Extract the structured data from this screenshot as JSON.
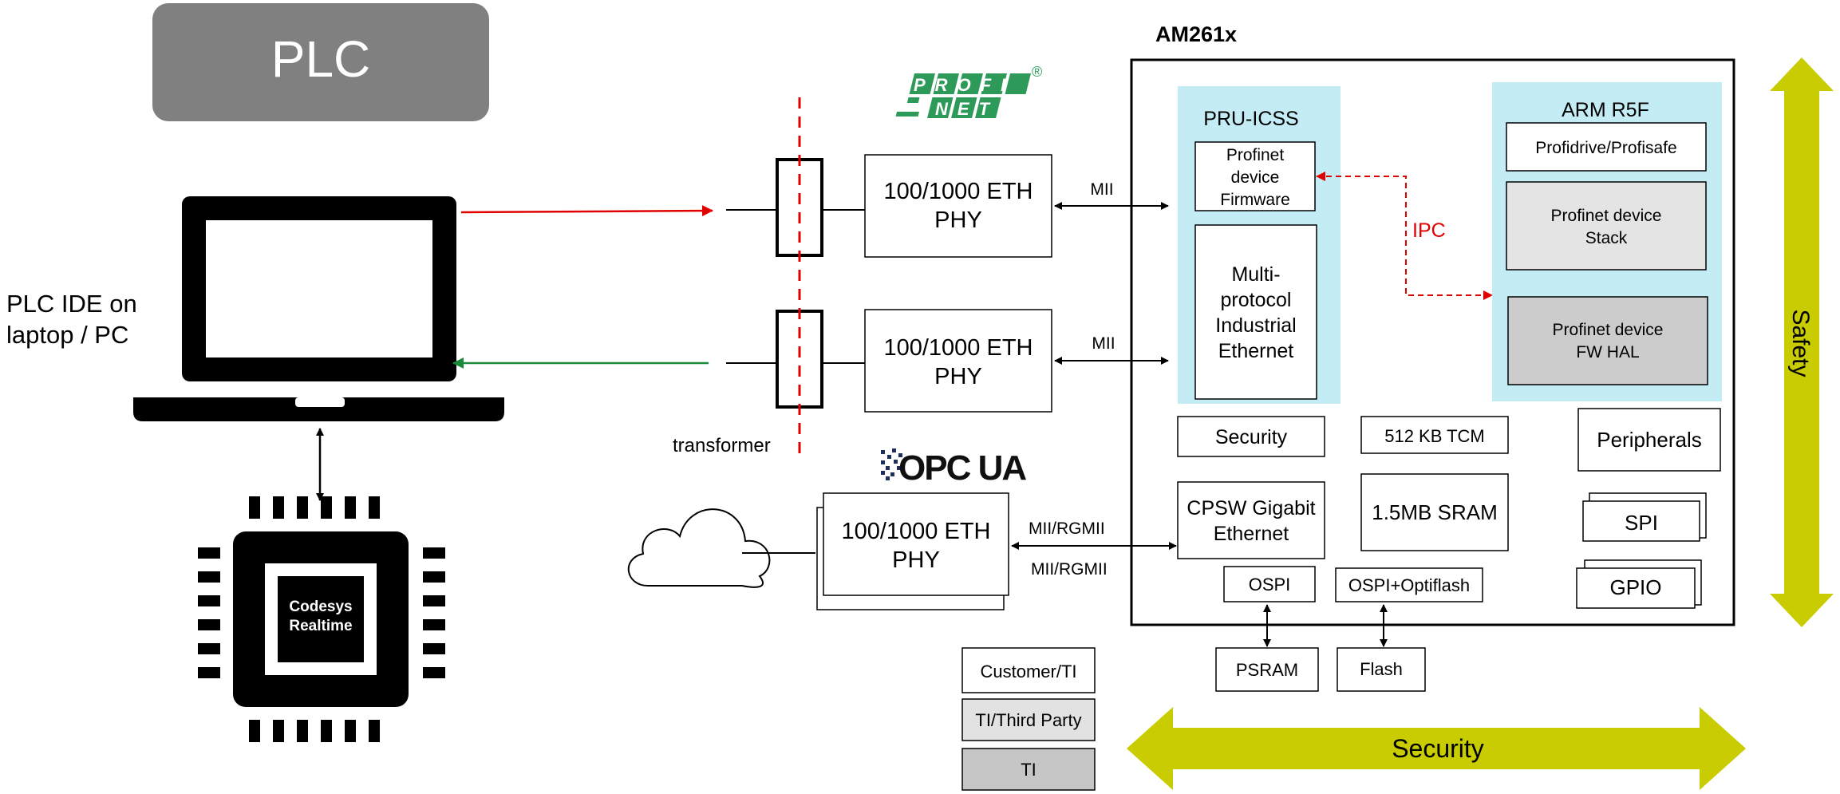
{
  "plc": {
    "label": "PLC"
  },
  "laptop": {
    "caption_line1": "PLC IDE on",
    "caption_line2": "laptop / PC"
  },
  "chip": {
    "line1": "Codesys",
    "line2": "Realtime"
  },
  "transformer": {
    "label": "transformer"
  },
  "profinet_logo": {
    "line1": "PROFI",
    "line2": "NET",
    "registered": "®"
  },
  "opcua_logo": {
    "text": "OPC UA"
  },
  "phy1": {
    "line1": "100/1000 ETH",
    "line2": "PHY",
    "link": "MII"
  },
  "phy2": {
    "line1": "100/1000 ETH",
    "line2": "PHY",
    "link": "MII"
  },
  "phy3": {
    "line1": "100/1000 ETH",
    "line2": "PHY",
    "link1": "MII/RGMII",
    "link2": "MII/RGMII"
  },
  "soc": {
    "title": "AM261x"
  },
  "pru": {
    "title": "PRU-ICSS",
    "firmware": [
      "Profinet",
      "device",
      "Firmware"
    ],
    "mpie": [
      "Multi-",
      "protocol",
      "Industrial",
      "Ethernet"
    ]
  },
  "ipc": {
    "label": "IPC"
  },
  "arm": {
    "title": "ARM R5F",
    "profidrive": "Profidrive/Profisafe",
    "stack": [
      "Profinet device",
      "Stack"
    ],
    "hal": [
      "Profinet device",
      "FW HAL"
    ]
  },
  "blocks": {
    "security": "Security",
    "tcm": "512 KB TCM",
    "peripherals": "Peripherals",
    "cpsw": [
      "CPSW Gigabit",
      "Ethernet"
    ],
    "sram": "1.5MB SRAM",
    "spi": "SPI",
    "gpio": "GPIO",
    "ospi": "OSPI",
    "ospi_optiflash": "OSPI+Optiflash",
    "psram": "PSRAM",
    "flash": "Flash"
  },
  "legend": [
    "Customer/TI",
    "TI/Third Party",
    "TI"
  ],
  "arrows": {
    "safety": "Safety",
    "security": "Security"
  },
  "colors": {
    "plc_box": "#808080",
    "pru_bg": "#c4ecf5",
    "arrow_yellow": "#c8cc00",
    "ipc_red": "#e00000",
    "link_red": "#e00000",
    "link_green": "#1a8a3a",
    "profinet_green": "#2e9a5a",
    "stack_gray": "#e4e4e4",
    "hal_gray": "#cccccc",
    "legend_mid": "#e2e2e2",
    "legend_dark": "#c6c6c6"
  }
}
